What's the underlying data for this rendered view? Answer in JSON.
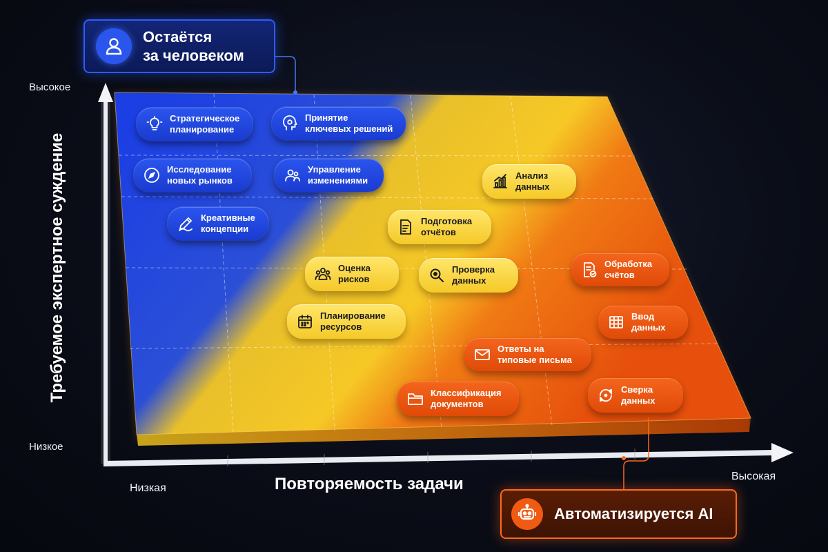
{
  "callouts": {
    "human": {
      "line1": "Остаётся",
      "line2": "за человеком",
      "icon": "person-icon"
    },
    "ai": {
      "label": "Автоматизируется AI",
      "icon": "robot-icon"
    }
  },
  "axes": {
    "y_title": "Требуемое экспертное суждение",
    "y_high": "Высокое",
    "y_low": "Низкое",
    "x_title": "Повторяемость задачи",
    "x_low": "Низкая",
    "x_high": "Высокая"
  },
  "tasks": [
    {
      "id": "strategic-planning",
      "line1": "Стратегическое",
      "line2": "планирование",
      "zone": "blue",
      "icon": "lightbulb-icon"
    },
    {
      "id": "key-decisions",
      "line1": "Принятие",
      "line2": "ключевых решений",
      "zone": "blue",
      "icon": "head-gear-icon"
    },
    {
      "id": "market-research",
      "line1": "Исследование",
      "line2": "новых рынков",
      "zone": "blue",
      "icon": "compass-icon"
    },
    {
      "id": "change-management",
      "line1": "Управление",
      "line2": "изменениями",
      "zone": "blue",
      "icon": "people-icon"
    },
    {
      "id": "creative-concepts",
      "line1": "Креативные",
      "line2": "концепции",
      "zone": "blue",
      "icon": "pencil-icon"
    },
    {
      "id": "data-analysis",
      "line1": "Анализ",
      "line2": "данных",
      "zone": "yellow",
      "icon": "bar-chart-icon"
    },
    {
      "id": "report-preparation",
      "line1": "Подготовка",
      "line2": "отчётов",
      "zone": "yellow",
      "icon": "report-icon"
    },
    {
      "id": "risk-assessment",
      "line1": "Оценка",
      "line2": "рисков",
      "zone": "yellow",
      "icon": "group-icon"
    },
    {
      "id": "data-verification",
      "line1": "Проверка",
      "line2": "данных",
      "zone": "yellow",
      "icon": "magnifier-icon"
    },
    {
      "id": "resource-planning",
      "line1": "Планирование",
      "line2": "ресурсов",
      "zone": "yellow",
      "icon": "calendar-icon"
    },
    {
      "id": "invoice-processing",
      "line1": "Обработка",
      "line2": "счётов",
      "zone": "orange",
      "icon": "invoice-icon"
    },
    {
      "id": "data-entry",
      "line1": "Ввод",
      "line2": "данных",
      "zone": "orange",
      "icon": "table-icon"
    },
    {
      "id": "standard-replies",
      "line1": "Ответы на",
      "line2": "типовые письма",
      "zone": "orange",
      "icon": "envelope-icon"
    },
    {
      "id": "document-classification",
      "line1": "Классификация",
      "line2": "документов",
      "zone": "orange",
      "icon": "folder-icon"
    },
    {
      "id": "data-reconciliation",
      "line1": "Сверка",
      "line2": "данных",
      "zone": "orange",
      "icon": "sync-icon"
    }
  ],
  "colors": {
    "blue": "#1f45e0",
    "yellow": "#f5c928",
    "orange": "#ef5a10",
    "background": "#0a0d17"
  }
}
